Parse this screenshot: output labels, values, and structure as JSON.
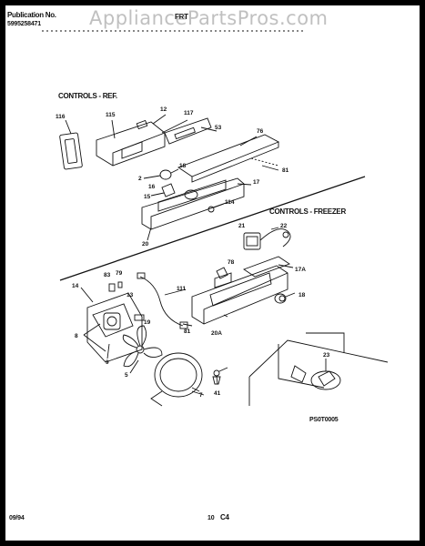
{
  "header": {
    "publication_label": "Publication No.",
    "publication_number": "5995258471",
    "model_code": "FRT",
    "watermark": "AppliancePartsPros.com"
  },
  "sections": {
    "ref_title": "CONTROLS - REF.",
    "freezer_title": "CONTROLS - FREEZER"
  },
  "parts": {
    "p116": "116",
    "p115": "115",
    "p12": "12",
    "p117": "117",
    "p53": "53",
    "p76": "76",
    "p18": "18",
    "p2": "2",
    "p17": "17",
    "p81a": "81",
    "p16": "16",
    "p15": "15",
    "p114": "114",
    "p20": "20",
    "p22": "22",
    "p21": "21",
    "p78": "78",
    "p17a": "17A",
    "p111": "111",
    "p83": "83",
    "p79": "79",
    "p14": "14",
    "p13": "13",
    "p19": "19",
    "p20a": "20A",
    "p8": "8",
    "p81b": "81",
    "p9": "9",
    "p5": "5",
    "p7": "7",
    "p41": "41",
    "p23": "23"
  },
  "footer": {
    "figure_code": "PS0T0005",
    "date": "09/94",
    "page": "10",
    "section": "C4"
  }
}
